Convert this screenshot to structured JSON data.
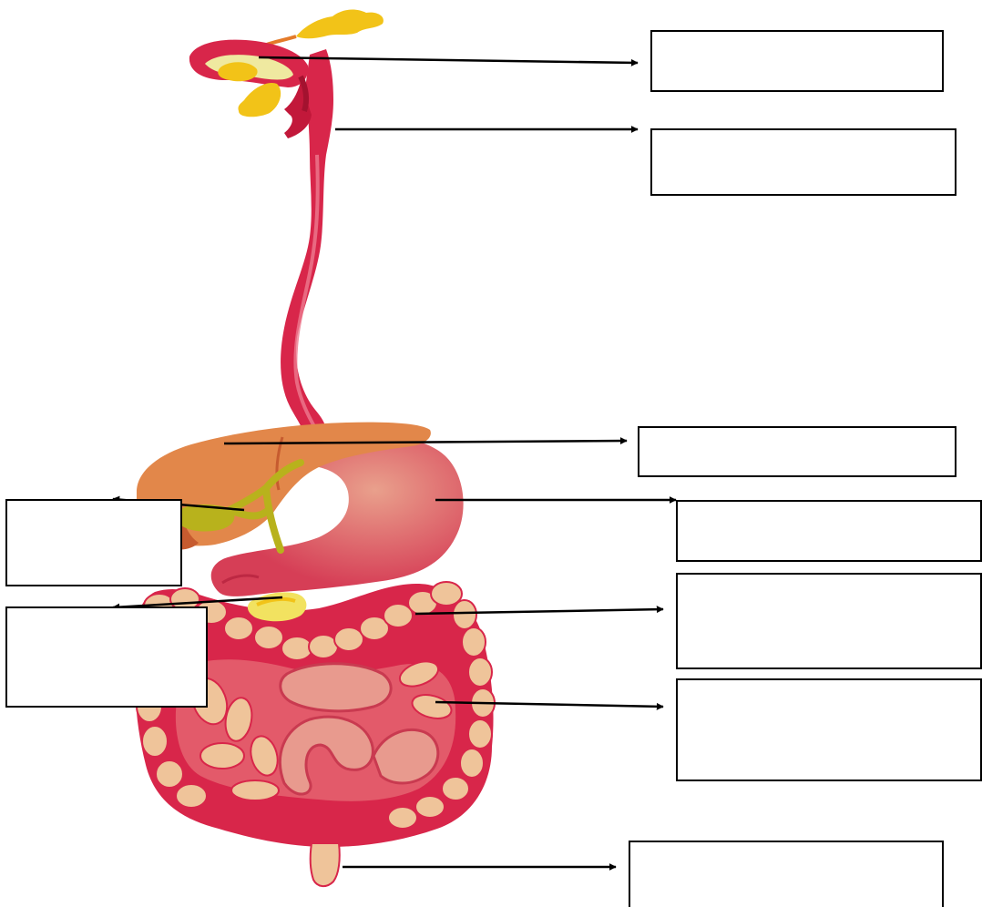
{
  "diagram": {
    "type": "digestive-system-label-worksheet",
    "organs": [
      {
        "name": "salivary-glands"
      },
      {
        "name": "pharynx"
      },
      {
        "name": "esophagus"
      },
      {
        "name": "liver"
      },
      {
        "name": "gallbladder"
      },
      {
        "name": "stomach"
      },
      {
        "name": "pancreas"
      },
      {
        "name": "large-intestine"
      },
      {
        "name": "small-intestine"
      },
      {
        "name": "rectum-anus"
      }
    ],
    "label_boxes": [
      {
        "id": "box-1",
        "text": ""
      },
      {
        "id": "box-2",
        "text": ""
      },
      {
        "id": "box-3",
        "text": ""
      },
      {
        "id": "box-4",
        "text": ""
      },
      {
        "id": "box-5",
        "text": ""
      },
      {
        "id": "box-6",
        "text": ""
      },
      {
        "id": "box-7",
        "text": ""
      },
      {
        "id": "box-8",
        "text": ""
      },
      {
        "id": "box-9",
        "text": ""
      }
    ],
    "colors": {
      "tract_red": "#d8264a",
      "tract_dark": "#a3122f",
      "stomach": "#d84a5e",
      "liver": "#e2874a",
      "liver_dark": "#c65b2f",
      "bile": "#b8b21c",
      "gland_yellow": "#f2c318",
      "intestine_tan": "#efc49a",
      "intestine_pink": "#e89a8e",
      "arrow": "#000000",
      "box_border": "#000000"
    }
  }
}
